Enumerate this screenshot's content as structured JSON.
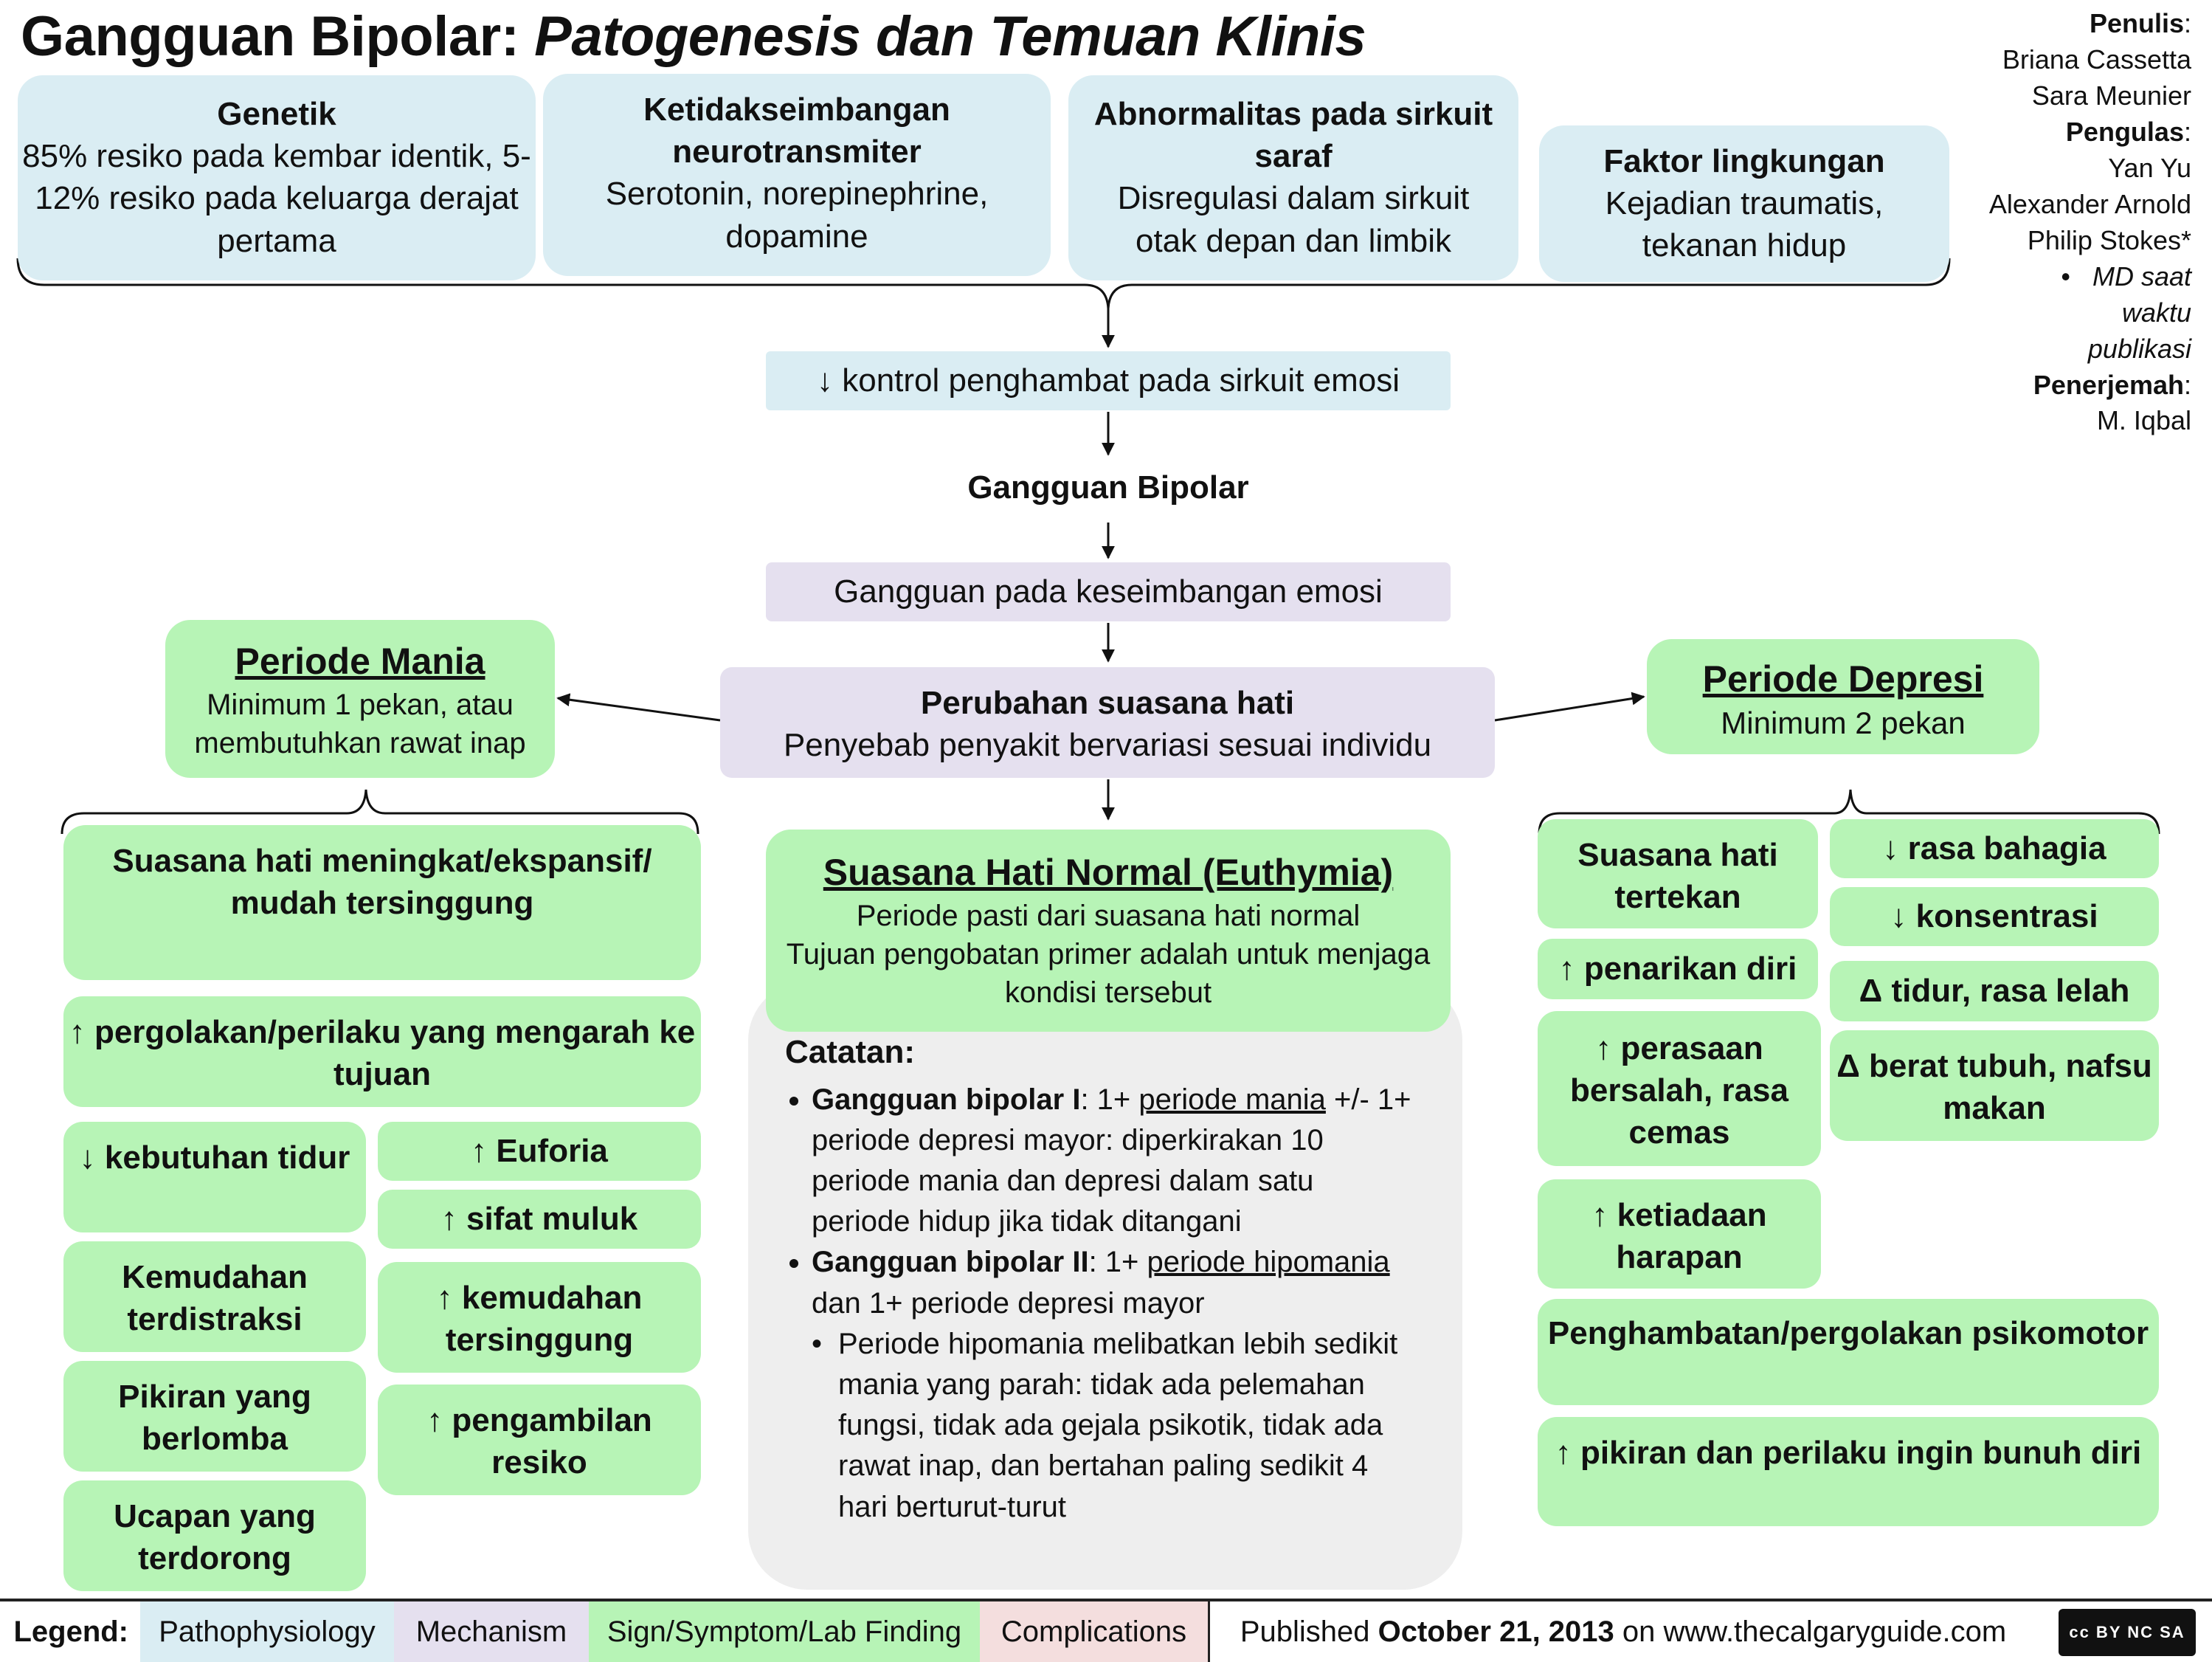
{
  "title": {
    "main": "Gangguan Bipolar:",
    "subtitle": "Patogenesis dan Temuan Klinis"
  },
  "credits": {
    "author_label": "Penulis",
    "authors": [
      "Briana Cassetta",
      "Sara Meunier"
    ],
    "reviewer_label": "Pengulas",
    "reviewers": [
      "Yan Yu",
      "Alexander Arnold",
      "Philip Stokes*"
    ],
    "reviewer_note": "MD saat waktu publikasi",
    "translator_label": "Penerjemah",
    "translator": "M. Iqbal"
  },
  "causes": [
    {
      "heading": "Genetik",
      "text": "85% resiko pada kembar identik, 5-12% resiko pada keluarga derajat pertama"
    },
    {
      "heading": "Ketidakseimbangan neurotransmiter",
      "text": "Serotonin, norepinephrine, dopamine"
    },
    {
      "heading": "Abnormalitas pada sirkuit saraf",
      "text": "Disregulasi dalam sirkuit otak depan dan limbik"
    },
    {
      "heading": "Faktor lingkungan",
      "text": "Kejadian traumatis, tekanan hidup"
    }
  ],
  "flow": {
    "inhibition": "↓ kontrol penghambat pada sirkuit emosi",
    "disorder": "Gangguan Bipolar",
    "emotion": "Gangguan pada keseimbangan emosi",
    "mood_change_heading": "Perubahan suasana hati",
    "mood_change_text": "Penyebab penyakit bervariasi sesuai individu"
  },
  "mania": {
    "heading": "Periode Mania",
    "text": "Minimum 1 pekan, atau membutuhkan rawat inap",
    "symptoms": {
      "mood": "Suasana hati meningkat/ekspansif/ mudah tersinggung",
      "activity": "↑ pergolakan/perilaku yang mengarah ke tujuan",
      "left": [
        "↓ kebutuhan tidur",
        "Kemudahan terdistraksi",
        "Pikiran yang berlomba",
        "Ucapan yang terdorong"
      ],
      "right": [
        "↑ Euforia",
        "↑ sifat muluk",
        "↑ kemudahan tersinggung",
        "↑ pengambilan resiko"
      ]
    }
  },
  "euthymia": {
    "heading": "Suasana Hati Normal (Euthymia)",
    "line1": "Periode pasti dari suasana hati normal",
    "line2": "Tujuan pengobatan primer adalah untuk menjaga kondisi tersebut"
  },
  "notes": {
    "heading": "Catatan:",
    "bp1_label": "Gangguan bipolar I",
    "bp1_pre": ": 1+ ",
    "bp1_link": "periode mania",
    "bp1_rest": " +/- 1+ periode depresi mayor: diperkirakan 10 periode mania dan depresi dalam satu periode hidup jika tidak ditangani",
    "bp2_label": "Gangguan bipolar II",
    "bp2_pre": ": 1+ ",
    "bp2_link": "periode hipomania",
    "bp2_rest": " dan 1+ periode depresi mayor",
    "hypo_note": "Periode hipomania melibatkan lebih sedikit mania yang parah: tidak ada pelemahan fungsi, tidak ada gejala psikotik, tidak ada rawat inap, dan bertahan paling sedikit 4 hari berturut-turut"
  },
  "depression": {
    "heading": "Periode Depresi",
    "text": "Minimum 2 pekan",
    "left": [
      "Suasana hati tertekan",
      "↑ penarikan diri",
      "↑ perasaan bersalah, rasa cemas",
      "↑ ketiadaan harapan"
    ],
    "right": [
      "↓ rasa bahagia",
      "↓ konsentrasi",
      "Δ tidur, rasa lelah",
      "Δ berat tubuh, nafsu makan"
    ],
    "bottom": [
      "Penghambatan/pergolakan psikomotor",
      "↑ pikiran dan perilaku ingin bunuh diri"
    ]
  },
  "legend": {
    "label": "Legend:",
    "items": [
      "Pathophysiology",
      "Mechanism",
      "Sign/Symptom/Lab Finding",
      "Complications"
    ],
    "published_pre": "Published ",
    "published_date": "October 21, 2013",
    "published_post": " on www.thecalgaryguide.com",
    "license": "cc BY NC SA"
  },
  "colors": {
    "pathophysiology": "#daedf3",
    "mechanism": "#e5e0ef",
    "sign": "#b7f4b6",
    "complications": "#f4dede",
    "notes_bg": "#eeeeee"
  }
}
